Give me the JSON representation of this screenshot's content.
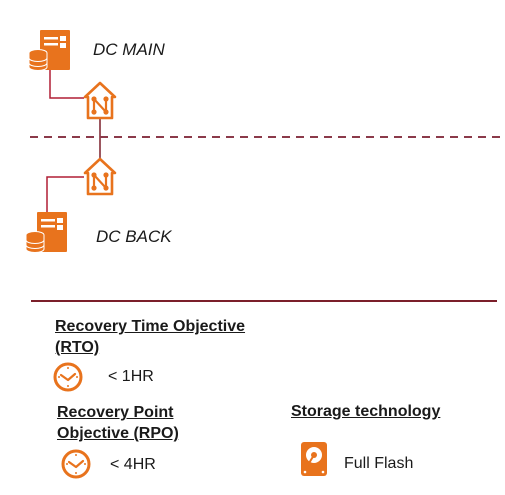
{
  "diagram": {
    "main_label": "DC MAIN",
    "backup_label": "DC BACK",
    "nodes": [
      {
        "name": "dc-main-server",
        "icon": "server-database-icon"
      },
      {
        "name": "dc-main-gateway",
        "icon": "network-house-icon"
      },
      {
        "name": "dc-back-gateway",
        "icon": "network-house-icon"
      },
      {
        "name": "dc-back-server",
        "icon": "server-database-icon"
      }
    ],
    "colors": {
      "accent": "#e8731d",
      "line": "#7b1f2a"
    }
  },
  "rto": {
    "heading_line1": "Recovery Time Objective",
    "heading_line2": "(RTO)",
    "value": "< 1HR",
    "icon": "clock-icon"
  },
  "rpo": {
    "heading_line1": "Recovery Point",
    "heading_line2": "Objective (RPO)",
    "value": "< 4HR",
    "icon": "clock-icon"
  },
  "storage": {
    "heading": "Storage technology",
    "value": "Full Flash",
    "icon": "hard-drive-icon"
  }
}
